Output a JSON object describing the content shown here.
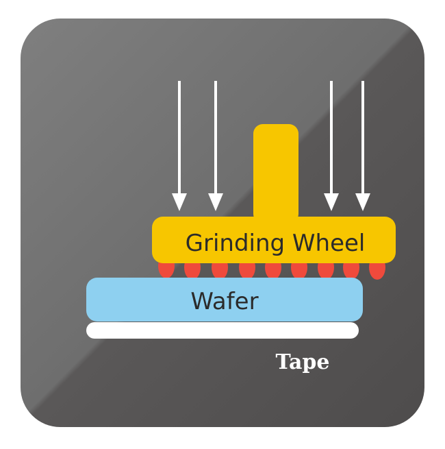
{
  "labels": {
    "wheel": "Grinding Wheel",
    "wafer": "Wafer",
    "tape": "Tape"
  },
  "icons": {
    "down_arrow": "arrow-down-icon"
  },
  "colors": {
    "tile_light": "#7a7a7a",
    "tile_dark": "#545252",
    "wheel": "#f7c600",
    "wheel_stroke": "#e0ad00",
    "wafer": "#8ed0f0",
    "tape": "#ffffff",
    "abrasive": "#ef4a3c",
    "arrow": "#ffffff",
    "label_dark": "#2b2b2b",
    "label_light": "#ffffff"
  }
}
